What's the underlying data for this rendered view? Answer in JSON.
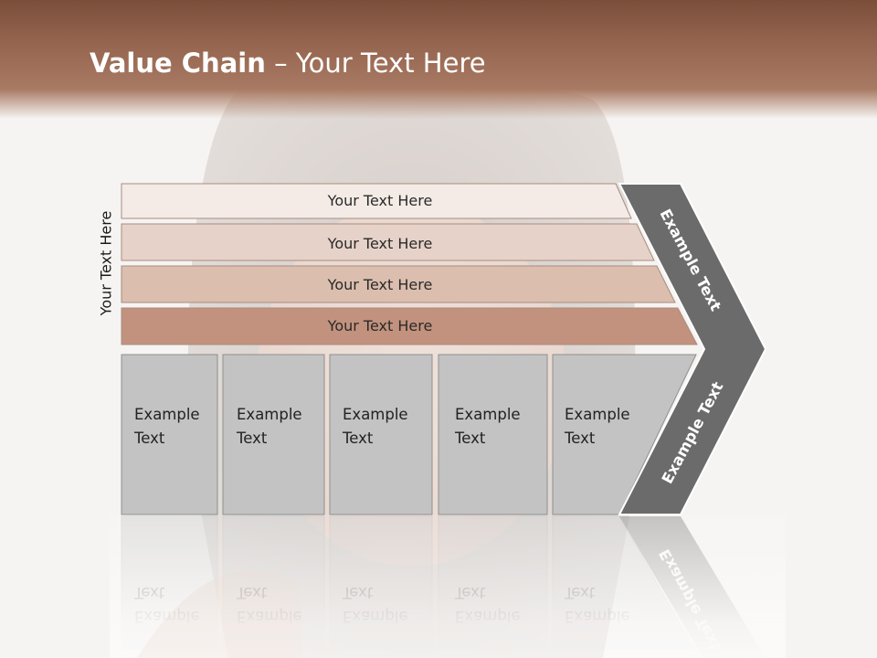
{
  "title": {
    "bold": "Value Chain",
    "rest": " – Your Text Here"
  },
  "side_label": "Your Text Here",
  "bars": [
    {
      "label": "Your Text Here",
      "color": "#f4ebe6"
    },
    {
      "label": "Your Text Here",
      "color": "#e7d2c9"
    },
    {
      "label": "Your Text Here",
      "color": "#dbbeae"
    },
    {
      "label": "Your Text Here",
      "color": "#c2927e"
    }
  ],
  "columns": [
    {
      "line1": "Example",
      "line2": "Text"
    },
    {
      "line1": "Example",
      "line2": "Text"
    },
    {
      "line1": "Example",
      "line2": "Text"
    },
    {
      "line1": "Example",
      "line2": "Text"
    },
    {
      "line1": "Example",
      "line2": "Text"
    }
  ],
  "arrow_labels": {
    "upper": "Example Text",
    "lower": "Example Text"
  },
  "colors": {
    "header": "#94644e",
    "column_fill": "#c3c3c3",
    "arrow_fill": "#6b6b6b",
    "background": "#f6f4f2"
  }
}
